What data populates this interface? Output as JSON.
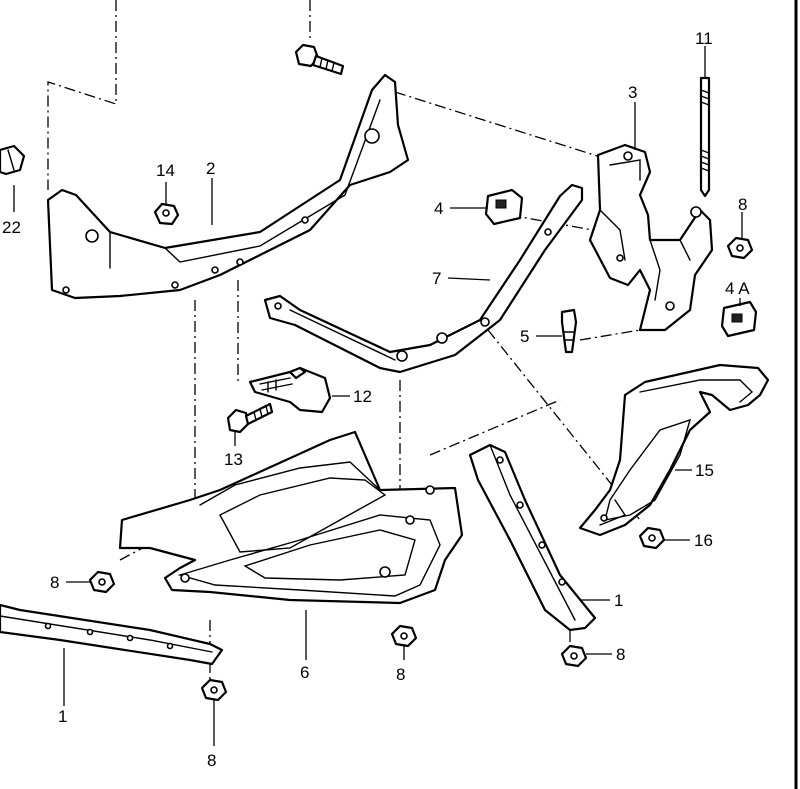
{
  "callouts": [
    {
      "id": "c22",
      "text": "22"
    },
    {
      "id": "c14",
      "text": "14"
    },
    {
      "id": "c2",
      "text": "2"
    },
    {
      "id": "c3",
      "text": "3"
    },
    {
      "id": "c11",
      "text": "11"
    },
    {
      "id": "c4",
      "text": "4"
    },
    {
      "id": "c8a",
      "text": "8"
    },
    {
      "id": "c7",
      "text": "7"
    },
    {
      "id": "c4A",
      "text": "4 A"
    },
    {
      "id": "c5",
      "text": "5"
    },
    {
      "id": "c12",
      "text": "12"
    },
    {
      "id": "c13",
      "text": "13"
    },
    {
      "id": "c15",
      "text": "15"
    },
    {
      "id": "c16",
      "text": "16"
    },
    {
      "id": "c8b",
      "text": "8"
    },
    {
      "id": "c1a",
      "text": "1"
    },
    {
      "id": "c6",
      "text": "6"
    },
    {
      "id": "c8c",
      "text": "8"
    },
    {
      "id": "c8d",
      "text": "8"
    },
    {
      "id": "c1b",
      "text": "1"
    },
    {
      "id": "c8e",
      "text": "8"
    }
  ]
}
